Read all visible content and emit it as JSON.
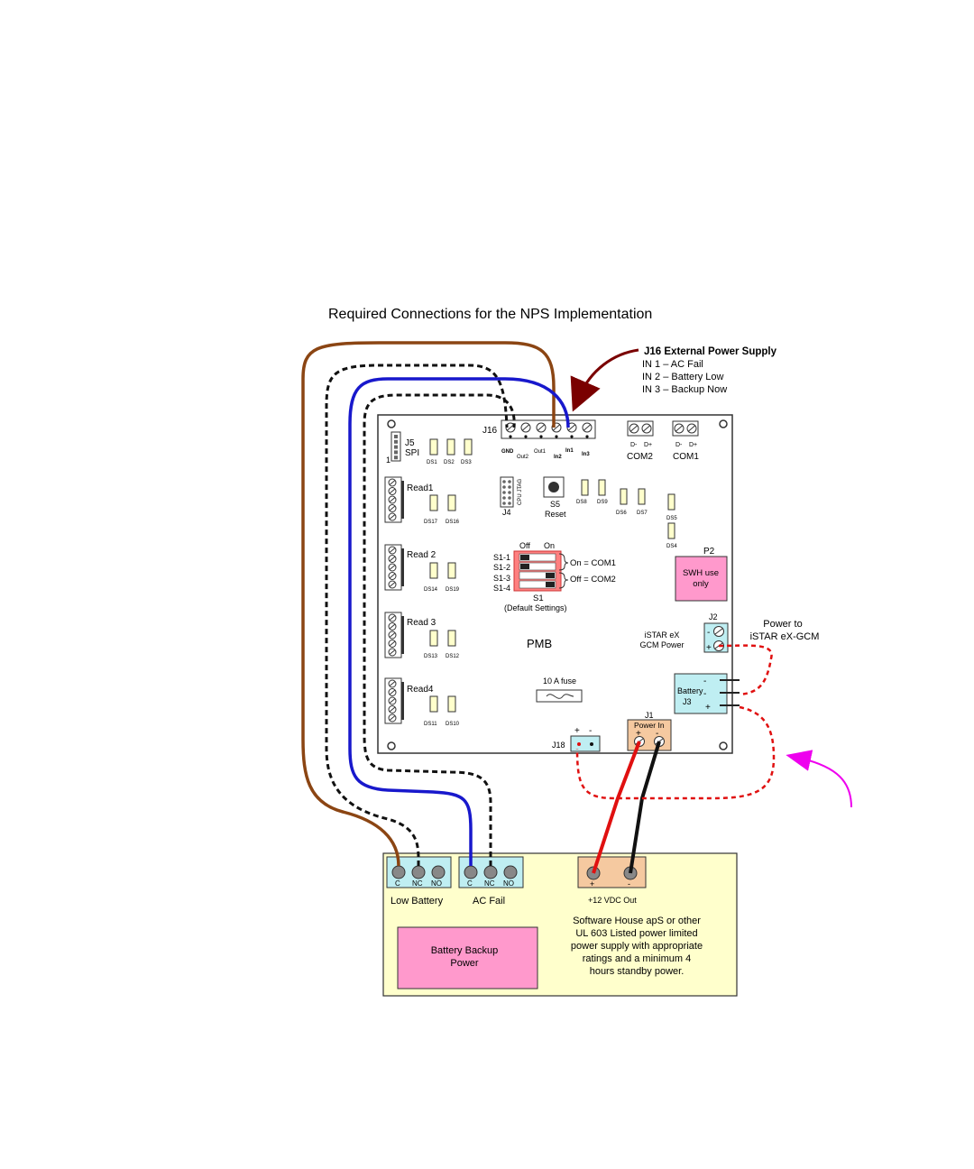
{
  "title": "Required Connections for the NPS Implementation",
  "j16_callout": {
    "heading": "J16 External Power Supply",
    "lines": [
      "IN 1 – AC Fail",
      "IN 2 – Battery Low",
      "IN 3 – Backup Now"
    ]
  },
  "board": {
    "name": "PMB",
    "j16": "J16",
    "j16_pins": [
      "GND",
      "Out2",
      "Out1",
      "In2",
      "In1",
      "In3"
    ],
    "j5": "J5",
    "spi": "SPI",
    "pin1": "1",
    "leds_top": [
      "DS1",
      "DS2",
      "DS3"
    ],
    "readers": [
      {
        "label": "Read1",
        "leds": [
          "DS17",
          "DS16"
        ]
      },
      {
        "label": "Read 2",
        "leds": [
          "DS14",
          "DS19"
        ]
      },
      {
        "label": "Read 3",
        "leds": [
          "DS13",
          "DS12"
        ]
      },
      {
        "label": "Read4",
        "leds": [
          "DS11",
          "DS10"
        ]
      }
    ],
    "cpu_jtag": "CPU JTAG",
    "j4": "J4",
    "s5": "S5",
    "reset": "Reset",
    "leds_mid": [
      "DS8",
      "DS9",
      "DS6",
      "DS7",
      "DS5",
      "DS4"
    ],
    "com2": {
      "label": "COM2",
      "pins": [
        "D-",
        "D+"
      ]
    },
    "com1": {
      "label": "COM1",
      "pins": [
        "D-",
        "D+"
      ]
    },
    "dip": {
      "off": "Off",
      "on": "On",
      "switches": [
        "S1-1",
        "S1-2",
        "S1-3",
        "S1-4"
      ],
      "on_note": "On = COM1",
      "off_note": "Off = COM2",
      "name": "S1",
      "caption": "(Default Settings)"
    },
    "p2": "P2",
    "p2_text": [
      "SWH use",
      "only"
    ],
    "j2": "J2",
    "gcm_power": [
      "iSTAR eX",
      "GCM Power"
    ],
    "power_to": [
      "Power to",
      "iSTAR eX-GCM"
    ],
    "fuse": "10 A fuse",
    "battery": "Battery",
    "j3": "J3",
    "j1": "J1",
    "power_in": "Power In",
    "j18": "J18",
    "plus": "+",
    "minus": "-"
  },
  "supply": {
    "terminals": [
      "C",
      "NC",
      "NO"
    ],
    "low_battery": "Low Battery",
    "ac_fail": "AC Fail",
    "vdc_out": "+12 VDC Out",
    "backup_box": [
      "Battery Backup",
      "Power"
    ],
    "description": [
      "Software House apS or other",
      "UL 603 Listed power limited",
      "power supply with appropriate",
      "ratings and a minimum 4",
      "hours standby power."
    ]
  },
  "colors": {
    "brown_wire": "#8B4513",
    "blue_wire": "#1818cc",
    "black_wire": "#111111",
    "red_wire": "#e01010",
    "pink_box": "#ff99cc",
    "supply_bg": "#ffffcc",
    "terminal_cyan": "#bfeef2",
    "terminal_orange": "#f5c9a0",
    "magenta_arrow": "#ee00ee",
    "dark_red_arrow": "#7a0000"
  }
}
